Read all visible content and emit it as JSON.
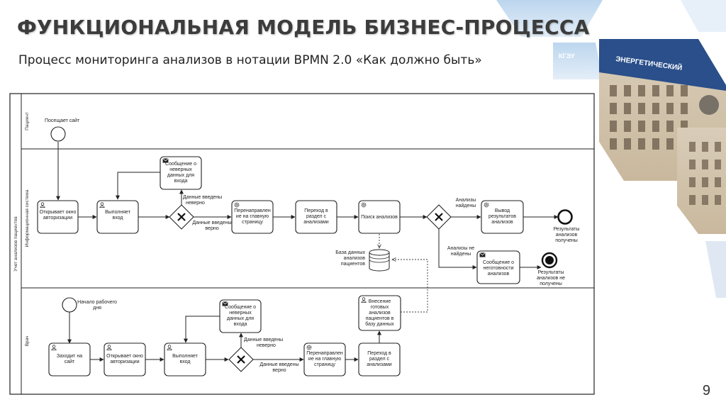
{
  "slide": {
    "title": "ФУНКЦИОНАЛЬНАЯ МОДЕЛЬ БИЗНЕС-ПРОЦЕССА",
    "subtitle": "Процесс мониторинга анализов в нотации BPMN 2.0 «Как должно быть»",
    "page_number": "9"
  },
  "photo": {
    "sign_left": "КГЭУ",
    "sign_right": "ЭНЕРГЕТИЧЕСКИЙ"
  },
  "diagram": {
    "pool": "Учет анализов пациентов",
    "lanes": {
      "patient": "Пациент",
      "system": "Информационная система",
      "doctor": "Врач"
    },
    "events": {
      "visit_site": [
        "Посещает сайт"
      ],
      "workday_start": [
        "Начало рабочего",
        "дня"
      ],
      "results_received": [
        "Результаты",
        "анализов",
        "получены"
      ],
      "results_not_received": [
        "Результаты",
        "анализов не",
        "получены"
      ]
    },
    "tasks": {
      "open_auth_window": [
        "Открывает окно",
        "авторизации"
      ],
      "do_login": [
        "Выполняет",
        "вход"
      ],
      "wrong_data_msg_sys": [
        "Сообщение о",
        "неверных",
        "данных для",
        "входа"
      ],
      "redirect_sys": [
        "Перенаправлен",
        "ие на главную",
        "страницу"
      ],
      "goto_section_sys": [
        "Переход в",
        "раздел с",
        "анализами"
      ],
      "search_analyses": [
        "Поиск анализов"
      ],
      "show_results": [
        "Вывод",
        "результатов",
        "анализов"
      ],
      "not_found_msg": [
        "Сообщение о",
        "неготовности",
        "анализов"
      ],
      "goes_to_site": [
        "Заходит на",
        "сайт"
      ],
      "open_auth_doctor": [
        "Открывает окно",
        "авторизации"
      ],
      "do_login_doctor": [
        "Выполняет",
        "вход"
      ],
      "wrong_data_msg_doc": [
        "Сообщение о",
        "неверных",
        "данных для",
        "входа"
      ],
      "redirect_doc": [
        "Перенаправлен",
        "ие на главную",
        "страницу"
      ],
      "goto_section_doc": [
        "Переход в",
        "раздел с",
        "анализами"
      ],
      "enter_results": [
        "Внесение",
        "готовых",
        "анализов",
        "пациентов в",
        "базу данных"
      ]
    },
    "datastore": [
      "База данных",
      "анализов",
      "пациентов"
    ],
    "flow_labels": {
      "wrong_sys": [
        "Данные введены",
        "неверно"
      ],
      "right_sys": [
        "Данные введены",
        "верно"
      ],
      "found": [
        "Анализы",
        "найдены"
      ],
      "not_found": [
        "Анализы не",
        "найдены"
      ],
      "wrong_doc": [
        "Данные введены",
        "неверно"
      ],
      "right_doc": [
        "Данные введены",
        "верно"
      ]
    }
  }
}
